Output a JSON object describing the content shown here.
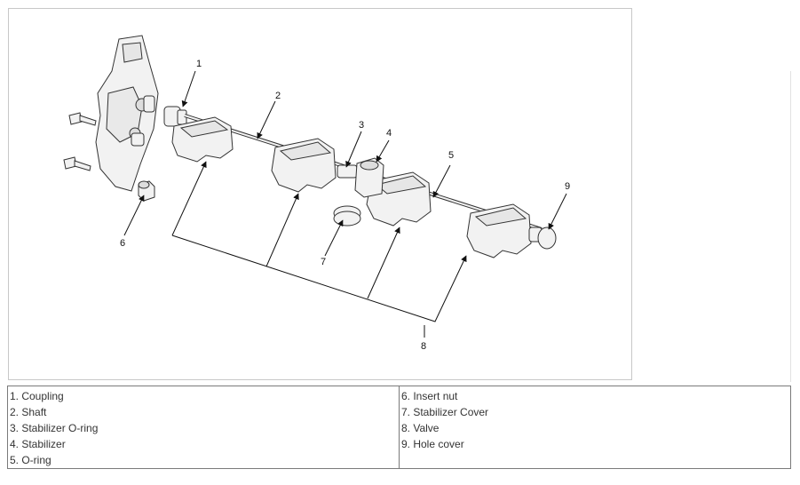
{
  "callouts": [
    "1",
    "2",
    "3",
    "4",
    "5",
    "6",
    "7",
    "8",
    "9"
  ],
  "legend": {
    "left": [
      "1. Coupling",
      "2. Shaft",
      "3. Stabilizer O-ring",
      "4. Stabilizer",
      "5. O-ring"
    ],
    "right": [
      "6. Insert nut",
      "7. Stabilizer Cover",
      "8. Valve",
      "9. Hole cover"
    ]
  }
}
